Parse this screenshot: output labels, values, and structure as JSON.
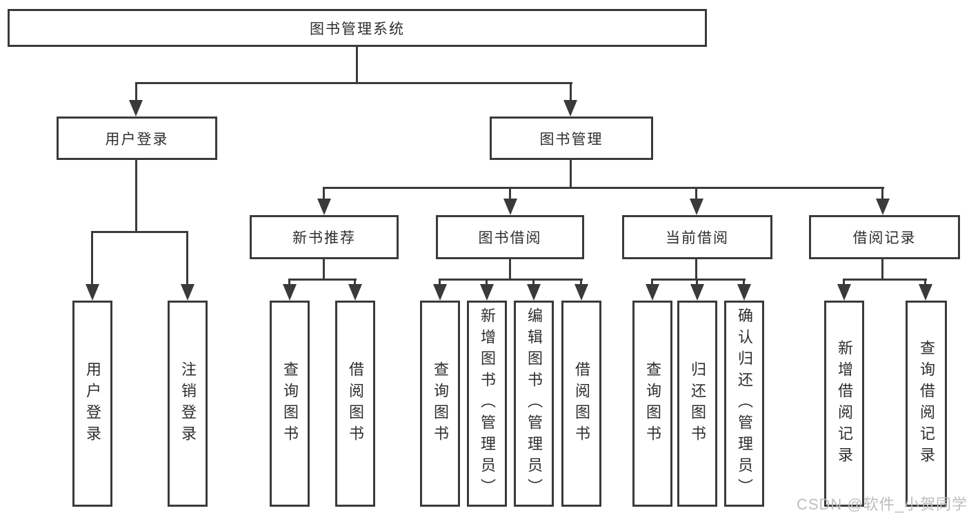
{
  "diagram_title": "图书管理系统",
  "tree": {
    "root": {
      "label": "图书管理系统"
    },
    "branches": [
      {
        "label": "用户登录",
        "children": [
          {
            "label": "用户登录"
          },
          {
            "label": "注销登录"
          }
        ]
      },
      {
        "label": "图书管理",
        "children": [
          {
            "label": "新书推荐",
            "children": [
              {
                "label": "查询图书"
              },
              {
                "label": "借阅图书"
              }
            ]
          },
          {
            "label": "图书借阅",
            "children": [
              {
                "label": "查询图书"
              },
              {
                "label": "新增图书（管理员）"
              },
              {
                "label": "编辑图书（管理员）"
              },
              {
                "label": "借阅图书"
              }
            ]
          },
          {
            "label": "当前借阅",
            "children": [
              {
                "label": "查询图书"
              },
              {
                "label": "归还图书"
              },
              {
                "label": "确认归还（管理员）"
              }
            ]
          },
          {
            "label": "借阅记录",
            "children": [
              {
                "label": "新增借阅记录"
              },
              {
                "label": "查询借阅记录"
              }
            ]
          }
        ]
      }
    ]
  },
  "watermark": {
    "text": "CSDN @软件_小贺同学"
  },
  "colors": {
    "line": "#3a3a3a",
    "text": "#2e2e2e",
    "watermark": "#bdbdbd",
    "background": "#ffffff"
  }
}
